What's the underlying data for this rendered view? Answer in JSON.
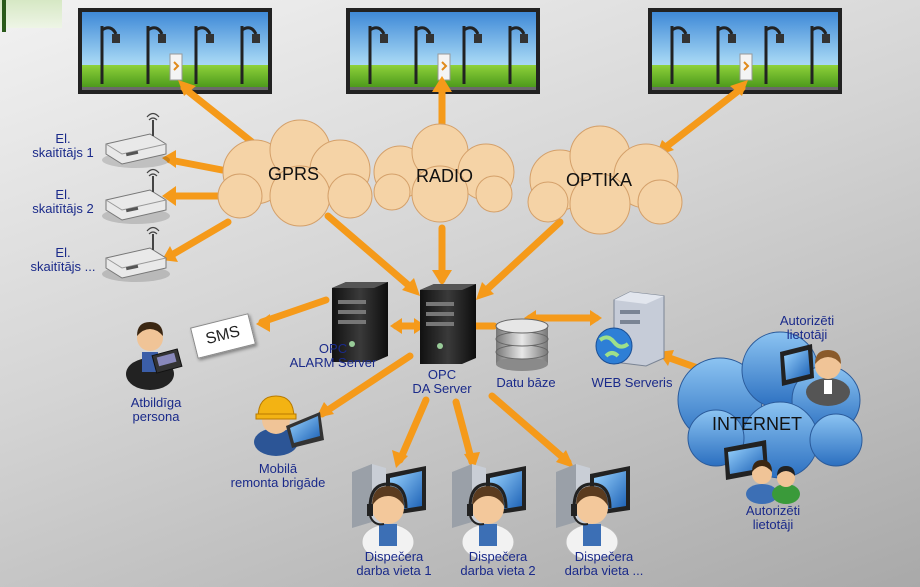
{
  "networks": {
    "gprs": "GPRS",
    "radio": "RADIO",
    "optika": "OPTIKA",
    "internet": "INTERNET"
  },
  "meters": [
    {
      "line1": "El.",
      "line2": "skaitītājs 1"
    },
    {
      "line1": "El.",
      "line2": "skaitītājs 2"
    },
    {
      "line1": "El.",
      "line2": "skaitītājs ..."
    }
  ],
  "servers": {
    "alarm": {
      "line1": "OPC",
      "line2": "ALARM Server"
    },
    "da": {
      "line1": "OPC",
      "line2": "DA Server"
    },
    "db": "Datu bāze",
    "web": "WEB Serveris"
  },
  "sms": "SMS",
  "people": {
    "responsible": {
      "line1": "Atbildīga",
      "line2": "persona"
    },
    "mobile": {
      "line1": "Mobilā",
      "line2": "remonta brigāde"
    },
    "auth_top": {
      "line1": "Autorizēti",
      "line2": "lietotāji"
    },
    "auth_bottom": {
      "line1": "Autorizēti",
      "line2": "lietotāji"
    }
  },
  "dispatchers": [
    {
      "line1": "Dispečera",
      "line2": "darba vieta 1"
    },
    {
      "line1": "Dispečera",
      "line2": "darba vieta 2"
    },
    {
      "line1": "Dispečera",
      "line2": "darba vieta ..."
    }
  ],
  "colors": {
    "arrow": "#f59a1a",
    "cloud": "#f5d3a6",
    "internet_cloud": "#4c93d8",
    "label": "#1a2a8a"
  }
}
